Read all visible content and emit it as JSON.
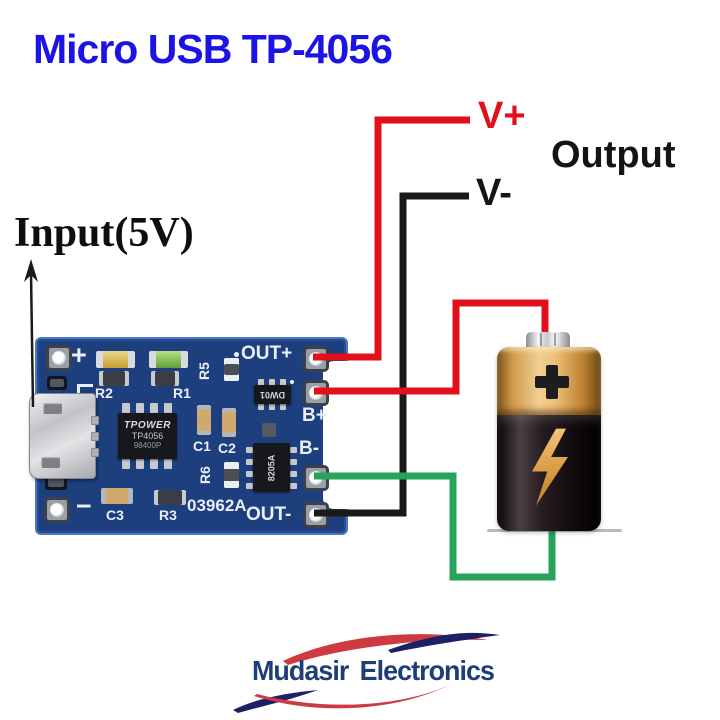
{
  "title": "Micro USB TP-4056",
  "annotations": {
    "input_label": "Input(5V)",
    "output_label": "Output",
    "v_plus_label": "V+",
    "v_minus_label": "V-"
  },
  "wires": {
    "v_plus": {
      "from": "OUT+",
      "to": "V+",
      "color": "#e0111b"
    },
    "v_minus": {
      "from": "OUT-",
      "to": "V-",
      "color": "#1a1a1a"
    },
    "b_plus": {
      "from": "B+",
      "to": "battery positive",
      "color": "#e0111b"
    },
    "b_minus": {
      "from": "B-",
      "to": "battery negative",
      "color": "#27a35b"
    }
  },
  "pcb": {
    "board_color": "#1d3f7e",
    "silk": {
      "plus": "+",
      "minus": "−",
      "r1": "R1",
      "r2": "R2",
      "r3": "R3",
      "r5": "R5",
      "r6": "R6",
      "c1": "C1",
      "c2": "C2",
      "c3": "C3",
      "board_id": "03962A",
      "out_plus": "OUT+",
      "b_plus": "B+",
      "b_minus": "B-",
      "out_minus": "OUT-"
    },
    "ic_main": {
      "line1": "TPOWER",
      "line2": "TP4056",
      "line3": "98400P"
    },
    "ic_protection": "DW01",
    "ic_mosfet": "8205A"
  },
  "branding": {
    "name": "Mudasir Electronics",
    "navy": "#1c2166",
    "red": "#cf3a42"
  }
}
